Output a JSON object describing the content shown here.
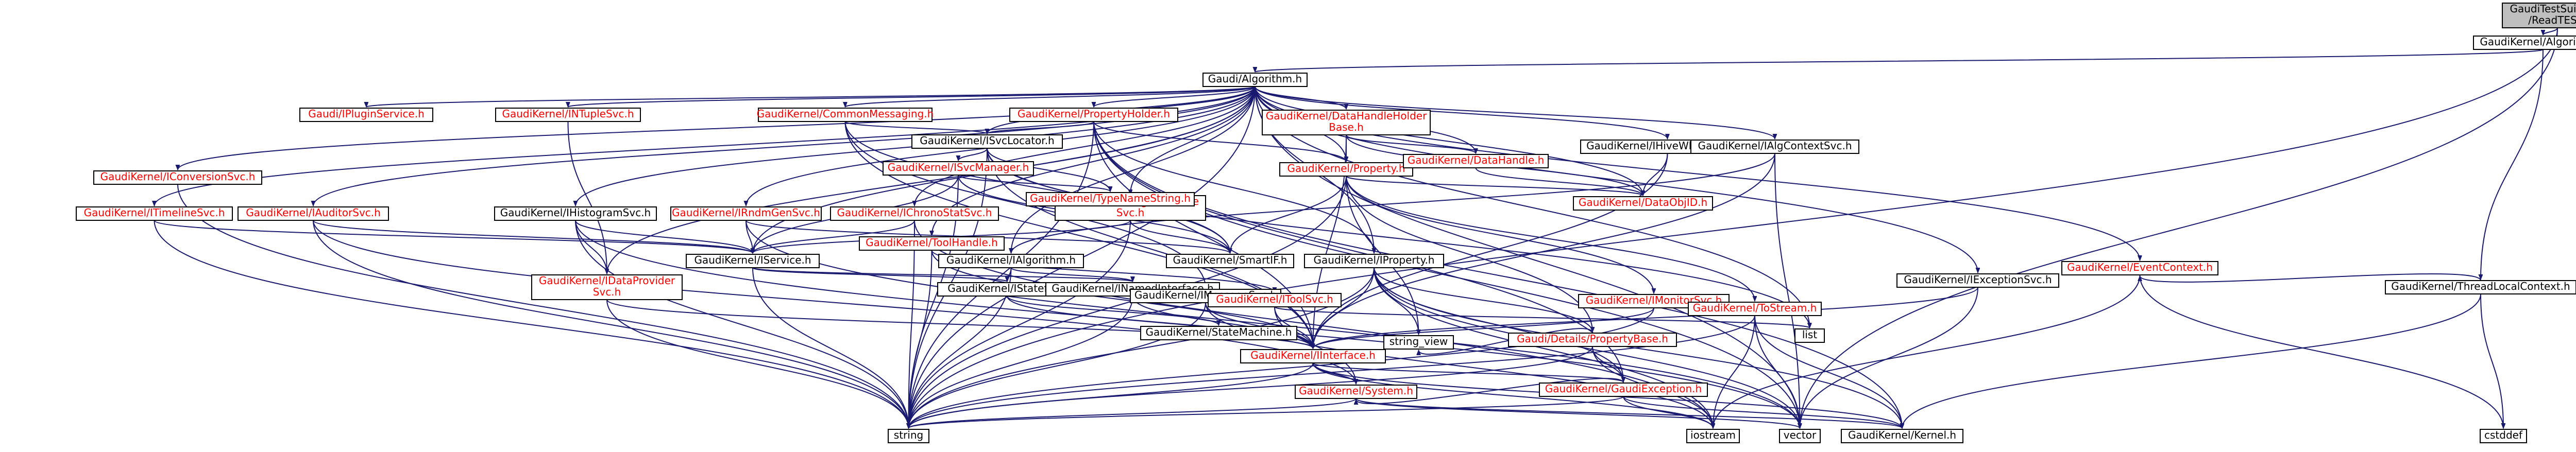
{
  "title": "",
  "nodes": [
    {
      "id": "root",
      "label": "GaudiTestSuite/src/ReadTES.h",
      "lines": [
        "GaudiTestSuite/src",
        "/ReadTES.h"
      ],
      "kind": "root"
    },
    {
      "id": "galg",
      "label": "GaudiKernel/Algorithm.h",
      "kind": "plain"
    },
    {
      "id": "gauda",
      "label": "Gaudi/Algorithm.h",
      "kind": "plain"
    },
    {
      "id": "tlc",
      "label": "GaudiKernel/ThreadLocalContext.h",
      "kind": "plain"
    },
    {
      "id": "iplug",
      "label": "Gaudi/IPluginService.h",
      "kind": "red"
    },
    {
      "id": "intup",
      "label": "GaudiKernel/INTupleSvc.h",
      "kind": "red"
    },
    {
      "id": "cmsg",
      "label": "GaudiKernel/CommonMessaging.h",
      "kind": "red"
    },
    {
      "id": "ph",
      "label": "GaudiKernel/PropertyHolder.h",
      "kind": "red"
    },
    {
      "id": "dhh",
      "label": "GaudiKernel/DataHandleHolderBase.h",
      "lines": [
        "GaudiKernel/DataHandleHolder",
        "Base.h"
      ],
      "kind": "red"
    },
    {
      "id": "iwb",
      "label": "GaudiKernel/IHiveWhiteBoard.h",
      "kind": "plain"
    },
    {
      "id": "iacs",
      "label": "GaudiKernel/IAlgContextSvc.h",
      "kind": "plain"
    },
    {
      "id": "ies",
      "label": "GaudiKernel/IExceptionSvc.h",
      "kind": "plain"
    },
    {
      "id": "ectx",
      "label": "GaudiKernel/EventContext.h",
      "kind": "red"
    },
    {
      "id": "ics",
      "label": "GaudiKernel/IConversionSvc.h",
      "kind": "red"
    },
    {
      "id": "its",
      "label": "GaudiKernel/ITimelineSvc.h",
      "kind": "red"
    },
    {
      "id": "iaud",
      "label": "GaudiKernel/IAuditorSvc.h",
      "kind": "red"
    },
    {
      "id": "ihist",
      "label": "GaudiKernel/IHistogramSvc.h",
      "kind": "plain"
    },
    {
      "id": "irnd",
      "label": "GaudiKernel/IRndmGenSvc.h",
      "kind": "red"
    },
    {
      "id": "ichr",
      "label": "GaudiKernel/IChronoStatSvc.h",
      "kind": "red"
    },
    {
      "id": "itool",
      "label": "GaudiKernel/ToolHandle.h",
      "kind": "red"
    },
    {
      "id": "iaes",
      "label": "GaudiKernel/IAlgExecStateSvc.h",
      "lines": [
        "GaudiKernel/IAlgExecState",
        "Svc.h"
      ],
      "kind": "red"
    },
    {
      "id": "isl",
      "label": "GaudiKernel/ISvcLocator.h",
      "kind": "plain"
    },
    {
      "id": "prop",
      "label": "GaudiKernel/Property.h",
      "kind": "red"
    },
    {
      "id": "dh",
      "label": "GaudiKernel/DataHandle.h",
      "kind": "red"
    },
    {
      "id": "isvc",
      "label": "GaudiKernel/IService.h",
      "kind": "plain"
    },
    {
      "id": "idps",
      "label": "GaudiKernel/IDataProviderSvc.h",
      "lines": [
        "GaudiKernel/IDataProvider",
        "Svc.h"
      ],
      "kind": "red"
    },
    {
      "id": "ism",
      "label": "GaudiKernel/ISvcManager.h",
      "kind": "red"
    },
    {
      "id": "tns",
      "label": "GaudiKernel/TypeNameString.h",
      "kind": "red"
    },
    {
      "id": "smif",
      "label": "GaudiKernel/SmartIF.h",
      "kind": "plain"
    },
    {
      "id": "ialg",
      "label": "GaudiKernel/IAlgorithm.h",
      "kind": "plain"
    },
    {
      "id": "iprop",
      "label": "GaudiKernel/IProperty.h",
      "kind": "plain"
    },
    {
      "id": "doid",
      "label": "GaudiKernel/DataObjID.h",
      "kind": "red"
    },
    {
      "id": "istf",
      "label": "GaudiKernel/IStateful.h",
      "kind": "plain"
    },
    {
      "id": "inif",
      "label": "GaudiKernel/INamedInterface.h",
      "kind": "plain"
    },
    {
      "id": "imsg",
      "label": "GaudiKernel/IMessageSvc.h",
      "kind": "plain"
    },
    {
      "id": "itsvc",
      "label": "GaudiKernel/IToolSvc.h",
      "kind": "red"
    },
    {
      "id": "dpb",
      "label": "Gaudi/Details/PropertyBase.h",
      "kind": "red"
    },
    {
      "id": "imon",
      "label": "GaudiKernel/IMonitorSvc.h",
      "kind": "red"
    },
    {
      "id": "tost",
      "label": "GaudiKernel/ToStream.h",
      "kind": "red"
    },
    {
      "id": "smach",
      "label": "GaudiKernel/StateMachine.h",
      "kind": "plain"
    },
    {
      "id": "iif",
      "label": "GaudiKernel/IInterface.h",
      "kind": "red"
    },
    {
      "id": "list",
      "label": "list",
      "kind": "plain"
    },
    {
      "id": "sview",
      "label": "string_view",
      "kind": "plain"
    },
    {
      "id": "sys",
      "label": "GaudiKernel/System.h",
      "kind": "red"
    },
    {
      "id": "gexc",
      "label": "GaudiKernel/GaudiException.h",
      "kind": "red"
    },
    {
      "id": "string",
      "label": "string",
      "kind": "plain"
    },
    {
      "id": "vector",
      "label": "vector",
      "kind": "plain"
    },
    {
      "id": "iostream",
      "label": "iostream",
      "kind": "plain"
    },
    {
      "id": "kernel",
      "label": "GaudiKernel/Kernel.h",
      "kind": "plain"
    },
    {
      "id": "cstddef",
      "label": "cstddef",
      "kind": "plain"
    }
  ],
  "edges": [
    [
      "root",
      "galg"
    ],
    [
      "root",
      "string"
    ],
    [
      "root",
      "vector"
    ],
    [
      "galg",
      "gauda"
    ],
    [
      "galg",
      "tlc"
    ],
    [
      "tlc",
      "ectx"
    ],
    [
      "tlc",
      "cstddef"
    ],
    [
      "tlc",
      "kernel"
    ],
    [
      "gauda",
      "iplug"
    ],
    [
      "gauda",
      "intup"
    ],
    [
      "gauda",
      "cmsg"
    ],
    [
      "gauda",
      "ph"
    ],
    [
      "gauda",
      "dhh"
    ],
    [
      "gauda",
      "iwb"
    ],
    [
      "gauda",
      "iacs"
    ],
    [
      "gauda",
      "ies"
    ],
    [
      "gauda",
      "ectx"
    ],
    [
      "gauda",
      "ics"
    ],
    [
      "gauda",
      "its"
    ],
    [
      "gauda",
      "iaud"
    ],
    [
      "gauda",
      "ihist"
    ],
    [
      "gauda",
      "irnd"
    ],
    [
      "gauda",
      "ichr"
    ],
    [
      "gauda",
      "itool"
    ],
    [
      "gauda",
      "iaes"
    ],
    [
      "gauda",
      "isl"
    ],
    [
      "gauda",
      "prop"
    ],
    [
      "gauda",
      "dh"
    ],
    [
      "gauda",
      "isvc"
    ],
    [
      "gauda",
      "idps"
    ],
    [
      "gauda",
      "ialg"
    ],
    [
      "gauda",
      "iprop"
    ],
    [
      "gauda",
      "doid"
    ],
    [
      "gauda",
      "string"
    ],
    [
      "gauda",
      "vector"
    ],
    [
      "gauda",
      "list"
    ],
    [
      "cmsg",
      "isl"
    ],
    [
      "cmsg",
      "imsg"
    ],
    [
      "cmsg",
      "smif"
    ],
    [
      "cmsg",
      "iif"
    ],
    [
      "ph",
      "isl"
    ],
    [
      "ph",
      "prop"
    ],
    [
      "ph",
      "iprop"
    ],
    [
      "ph",
      "iif"
    ],
    [
      "ph",
      "string"
    ],
    [
      "ph",
      "vector"
    ],
    [
      "ph",
      "gexc"
    ],
    [
      "ph",
      "kernel"
    ],
    [
      "dhh",
      "dh"
    ],
    [
      "dhh",
      "doid"
    ],
    [
      "dhh",
      "prop"
    ],
    [
      "dhh",
      "iif"
    ],
    [
      "iwb",
      "doid"
    ],
    [
      "iwb",
      "iif"
    ],
    [
      "iacs",
      "iif"
    ],
    [
      "iacs",
      "vector"
    ],
    [
      "iacs",
      "ialg"
    ],
    [
      "ies",
      "iif"
    ],
    [
      "ies",
      "vector"
    ],
    [
      "isl",
      "ism"
    ],
    [
      "isl",
      "smif"
    ],
    [
      "isl",
      "tns"
    ],
    [
      "isl",
      "iif"
    ],
    [
      "isl",
      "string"
    ],
    [
      "isl",
      "list"
    ],
    [
      "ism",
      "isvc"
    ],
    [
      "ism",
      "tns"
    ],
    [
      "ism",
      "smif"
    ],
    [
      "ism",
      "string"
    ],
    [
      "prop",
      "dpb"
    ],
    [
      "prop",
      "imon"
    ],
    [
      "prop",
      "tost"
    ],
    [
      "prop",
      "smif"
    ],
    [
      "prop",
      "doid"
    ],
    [
      "prop",
      "string"
    ],
    [
      "prop",
      "sview"
    ],
    [
      "dh",
      "doid"
    ],
    [
      "isvc",
      "inif"
    ],
    [
      "isvc",
      "istf"
    ],
    [
      "isvc",
      "string"
    ],
    [
      "ialg",
      "inif"
    ],
    [
      "ialg",
      "istf"
    ],
    [
      "ialg",
      "string"
    ],
    [
      "iprop",
      "iif"
    ],
    [
      "iprop",
      "dpb"
    ],
    [
      "iprop",
      "string"
    ],
    [
      "iprop",
      "vector"
    ],
    [
      "iprop",
      "sview"
    ],
    [
      "iprop",
      "gexc"
    ],
    [
      "iprop",
      "kernel"
    ],
    [
      "iprop",
      "iostream"
    ],
    [
      "istf",
      "smach"
    ],
    [
      "istf",
      "iif"
    ],
    [
      "inif",
      "iif"
    ],
    [
      "inif",
      "string"
    ],
    [
      "imsg",
      "iif"
    ],
    [
      "imsg",
      "string"
    ],
    [
      "imsg",
      "iostream"
    ],
    [
      "itsvc",
      "iif"
    ],
    [
      "itsvc",
      "list"
    ],
    [
      "itsvc",
      "sys"
    ],
    [
      "dpb",
      "sview"
    ],
    [
      "dpb",
      "string"
    ],
    [
      "dpb",
      "iostream"
    ],
    [
      "dpb",
      "gexc"
    ],
    [
      "imon",
      "iif"
    ],
    [
      "imon",
      "string"
    ],
    [
      "tost",
      "iostream"
    ],
    [
      "tost",
      "string"
    ],
    [
      "tost",
      "vector"
    ],
    [
      "tost",
      "kernel"
    ],
    [
      "iif",
      "sys"
    ],
    [
      "iif",
      "gexc"
    ],
    [
      "iif",
      "kernel"
    ],
    [
      "iif",
      "string"
    ],
    [
      "iif",
      "iostream"
    ],
    [
      "sys",
      "string"
    ],
    [
      "sys",
      "vector"
    ],
    [
      "sys",
      "kernel"
    ],
    [
      "gexc",
      "iostream"
    ],
    [
      "gexc",
      "string"
    ],
    [
      "gexc",
      "kernel"
    ],
    [
      "gexc",
      "sys"
    ],
    [
      "itool",
      "itsvc"
    ],
    [
      "itool",
      "string"
    ],
    [
      "itool",
      "iif"
    ],
    [
      "idps",
      "iif"
    ],
    [
      "idps",
      "string"
    ],
    [
      "ihist",
      "idps"
    ],
    [
      "ihist",
      "isvc"
    ],
    [
      "ihist",
      "string"
    ],
    [
      "ihist",
      "vector"
    ],
    [
      "irnd",
      "isvc"
    ],
    [
      "irnd",
      "smif"
    ],
    [
      "irnd",
      "vector"
    ],
    [
      "ichr",
      "isvc"
    ],
    [
      "ichr",
      "string"
    ],
    [
      "ichr",
      "iostream"
    ],
    [
      "iaud",
      "isvc"
    ],
    [
      "iaud",
      "string"
    ],
    [
      "iaud",
      "sys"
    ],
    [
      "its",
      "isvc"
    ],
    [
      "its",
      "string"
    ],
    [
      "ics",
      "string"
    ],
    [
      "intup",
      "idps"
    ],
    [
      "iaes",
      "isvc"
    ],
    [
      "iaes",
      "string"
    ],
    [
      "iaes",
      "smif"
    ],
    [
      "ectx",
      "cstddef"
    ],
    [
      "ectx",
      "iostream"
    ]
  ]
}
